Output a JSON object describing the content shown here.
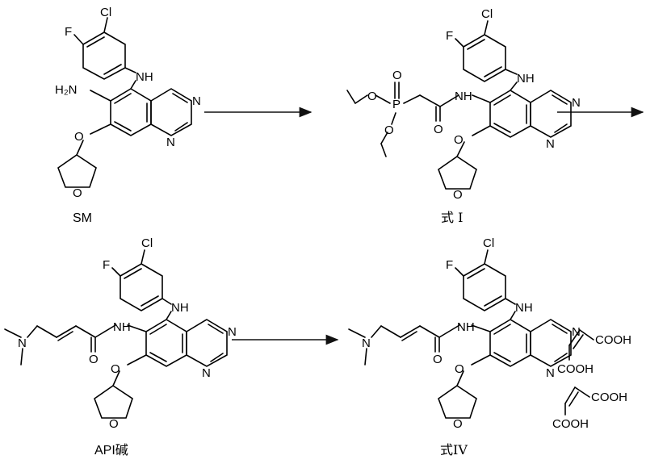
{
  "labels": {
    "sm": "SM",
    "formula1": "式 I",
    "api": "API碱",
    "formula4": "式IV"
  },
  "atoms": {
    "cl": "Cl",
    "f": "F",
    "nh": "NH",
    "n": "N",
    "o": "O",
    "h2n": "H₂N",
    "p": "P",
    "cooh": "COOH"
  }
}
